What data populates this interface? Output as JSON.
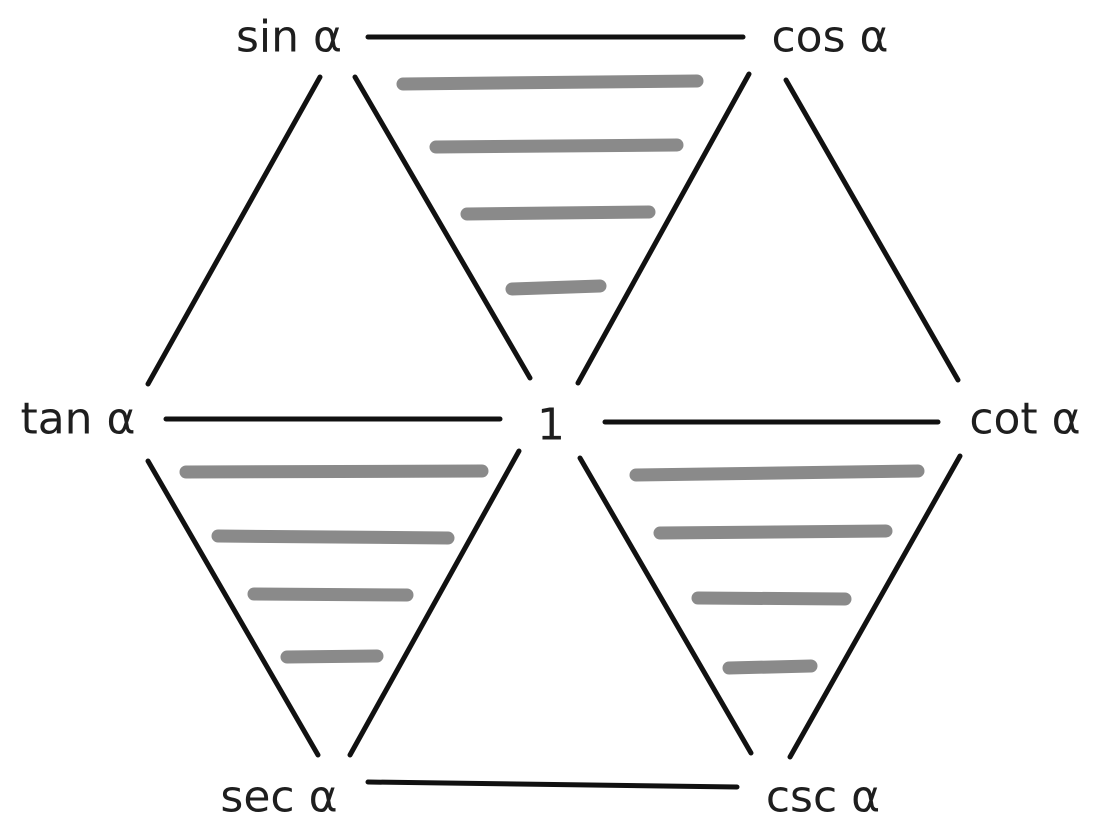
{
  "diagram": {
    "nodes": {
      "sin": "sin α",
      "cos": "cos α",
      "tan": "tan α",
      "center": "1",
      "cot": "cot α",
      "sec": "sec α",
      "csc": "csc α"
    },
    "edges": [
      [
        "sin",
        "cos"
      ],
      [
        "sin",
        "tan"
      ],
      [
        "sin",
        "center"
      ],
      [
        "cos",
        "center"
      ],
      [
        "cos",
        "cot"
      ],
      [
        "tan",
        "center"
      ],
      [
        "center",
        "cot"
      ],
      [
        "tan",
        "sec"
      ],
      [
        "center",
        "sec"
      ],
      [
        "center",
        "csc"
      ],
      [
        "cot",
        "csc"
      ],
      [
        "sec",
        "csc"
      ]
    ],
    "shaded_triangles": [
      [
        "sin",
        "cos",
        "center"
      ],
      [
        "tan",
        "center",
        "sec"
      ],
      [
        "center",
        "cot",
        "csc"
      ]
    ],
    "colors": {
      "edge": "#111111",
      "shading": "#8a8a8a",
      "text": "#1e1e1e"
    }
  }
}
